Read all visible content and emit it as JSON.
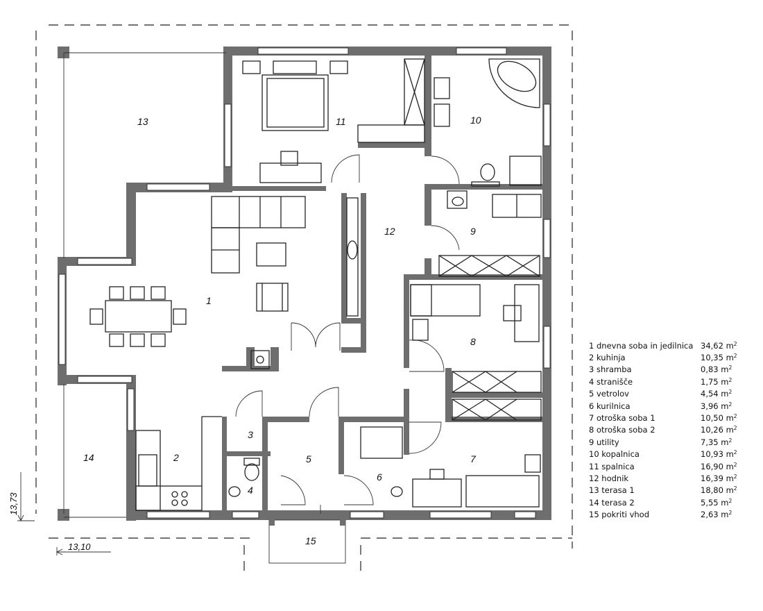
{
  "rooms": [
    {
      "no": "1",
      "name": "dnevna soba in jedilnica",
      "area": "34,62",
      "unit": "m",
      "unit_sup": "2"
    },
    {
      "no": "2",
      "name": "kuhinja",
      "area": "10,35",
      "unit": "m",
      "unit_sup": "2"
    },
    {
      "no": "3",
      "name": "shramba",
      "area": "0,83",
      "unit": "m",
      "unit_sup": "2"
    },
    {
      "no": "4",
      "name": "stranišče",
      "area": "1,75",
      "unit": "m",
      "unit_sup": "2"
    },
    {
      "no": "5",
      "name": "vetrolov",
      "area": "4,54",
      "unit": "m",
      "unit_sup": "2"
    },
    {
      "no": "6",
      "name": "kurilnica",
      "area": "3,96",
      "unit": "m",
      "unit_sup": "2"
    },
    {
      "no": "7",
      "name": "otroška soba 1",
      "area": "10,50",
      "unit": "m",
      "unit_sup": "2"
    },
    {
      "no": "8",
      "name": "otroška soba 2",
      "area": "10,26",
      "unit": "m",
      "unit_sup": "2"
    },
    {
      "no": "9",
      "name": "utility",
      "area": "7,35",
      "unit": "m",
      "unit_sup": "2"
    },
    {
      "no": "10",
      "name": "kopalnica",
      "area": "10,93",
      "unit": "m",
      "unit_sup": "2"
    },
    {
      "no": "11",
      "name": "spalnica",
      "area": "16,90",
      "unit": "m",
      "unit_sup": "2"
    },
    {
      "no": "12",
      "name": "hodnik",
      "area": "16,39",
      "unit": "m",
      "unit_sup": "2"
    },
    {
      "no": "13",
      "name": "terasa 1",
      "area": "18,80",
      "unit": "m",
      "unit_sup": "2"
    },
    {
      "no": "14",
      "name": "terasa 2",
      "area": "5,55",
      "unit": "m",
      "unit_sup": "2"
    },
    {
      "no": "15",
      "name": "pokriti vhod",
      "area": "2,63",
      "unit": "m",
      "unit_sup": "2"
    }
  ],
  "dimensions": {
    "width": "13,10",
    "depth": "13,73"
  },
  "colors": {
    "wall": "#6e6e6e",
    "line": "#222222"
  }
}
